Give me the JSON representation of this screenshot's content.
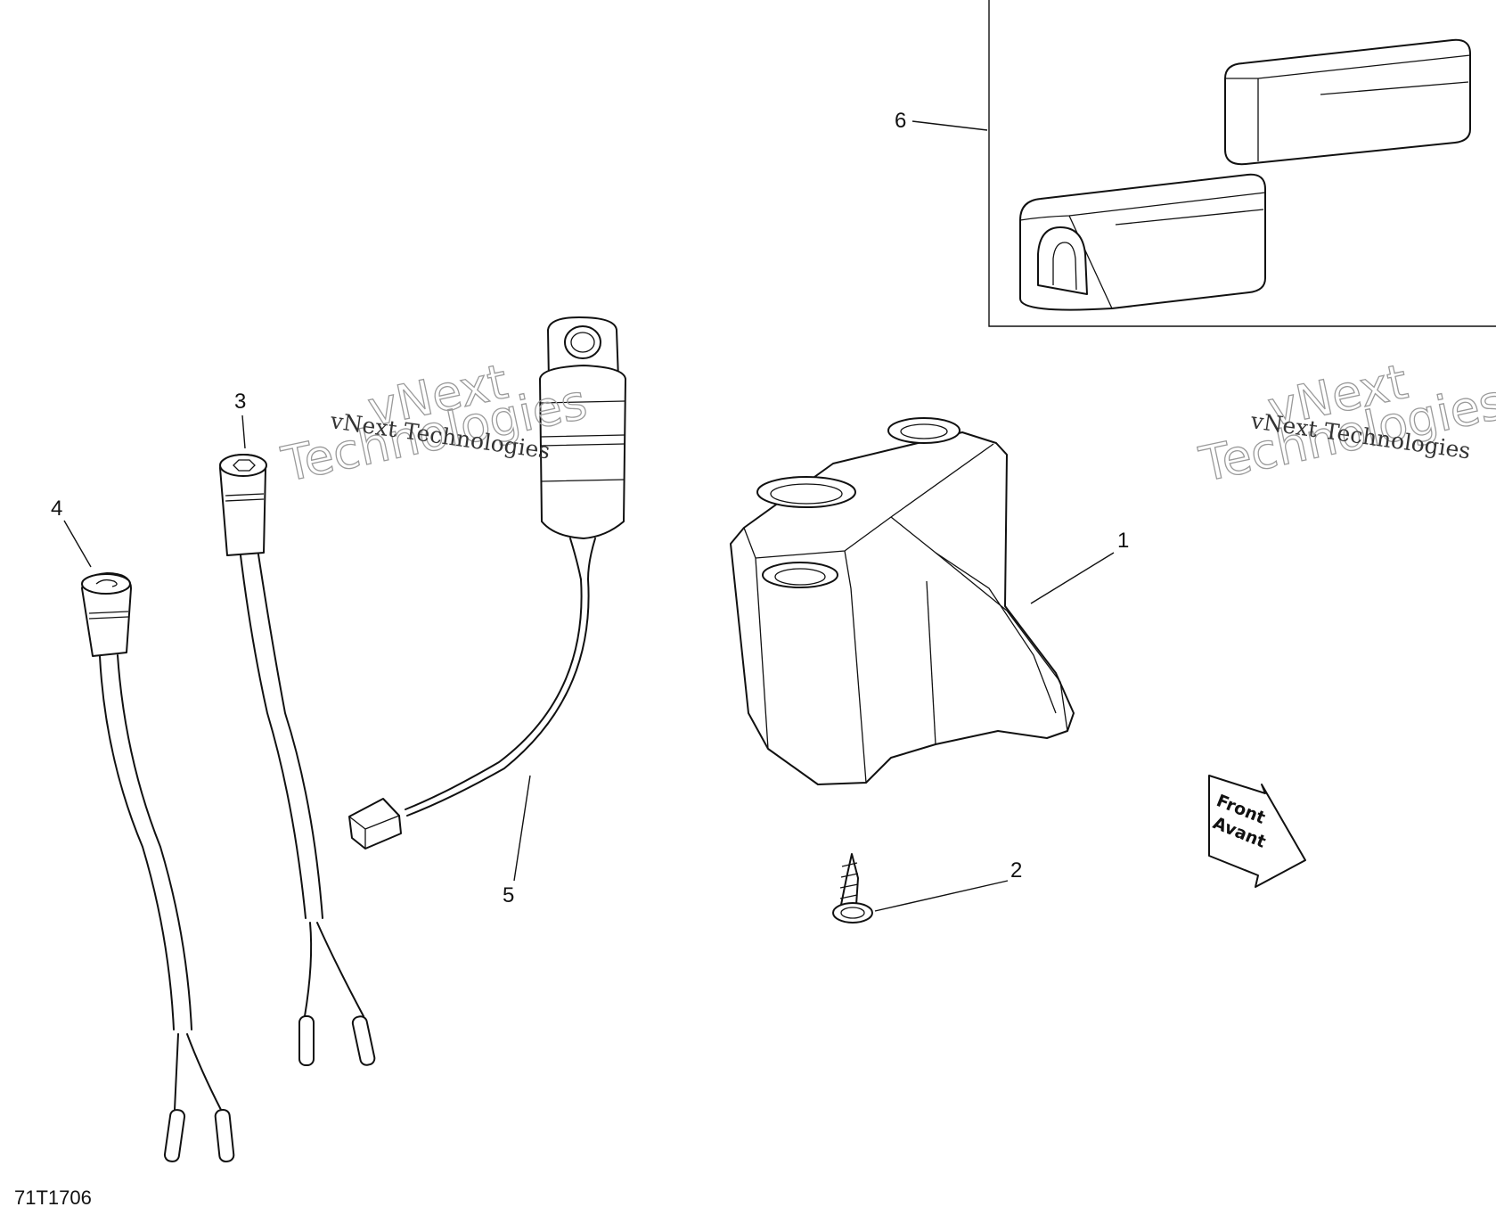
{
  "figure": {
    "reference_code": "71T1706",
    "front_arrow": {
      "line1": "Front",
      "line2": "Avant"
    },
    "callouts": [
      "1",
      "2",
      "3",
      "4",
      "5",
      "6"
    ]
  },
  "watermark": {
    "serif_text": "vNext Technologies",
    "outline_line1": "vNext",
    "outline_line2": "Technologies"
  }
}
